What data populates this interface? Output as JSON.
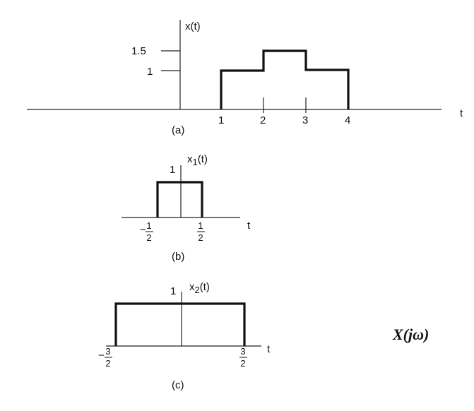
{
  "panel_a": {
    "ylabel": "x(t)",
    "ytick_1_5": "1.5",
    "ytick_1": "1",
    "xticks": [
      "1",
      "2",
      "3",
      "4"
    ],
    "xlabel": "t",
    "caption": "(a)",
    "signal": [
      {
        "t_start": 1,
        "t_end": 2,
        "value": 1
      },
      {
        "t_start": 2,
        "t_end": 3,
        "value": 1.5
      },
      {
        "t_start": 3,
        "t_end": 4,
        "value": 1
      }
    ]
  },
  "panel_b": {
    "ylabel_base": "x",
    "ylabel_sub": "1",
    "ylabel_arg": "(t)",
    "height_label": "1",
    "left_sign": "−",
    "left_num": "1",
    "left_den": "2",
    "right_num": "1",
    "right_den": "2",
    "xlabel": "t",
    "caption": "(b)",
    "signal": {
      "t_start": -0.5,
      "t_end": 0.5,
      "value": 1
    }
  },
  "panel_c": {
    "ylabel_base": "x",
    "ylabel_sub": "2",
    "ylabel_arg": "(t)",
    "height_label": "1",
    "left_sign": "−",
    "left_num": "3",
    "left_den": "2",
    "right_num": "3",
    "right_den": "2",
    "xlabel": "t",
    "caption": "(c)",
    "signal": {
      "t_start": -1.5,
      "t_end": 1.5,
      "value": 1
    }
  },
  "side_expression": "X(jω)"
}
